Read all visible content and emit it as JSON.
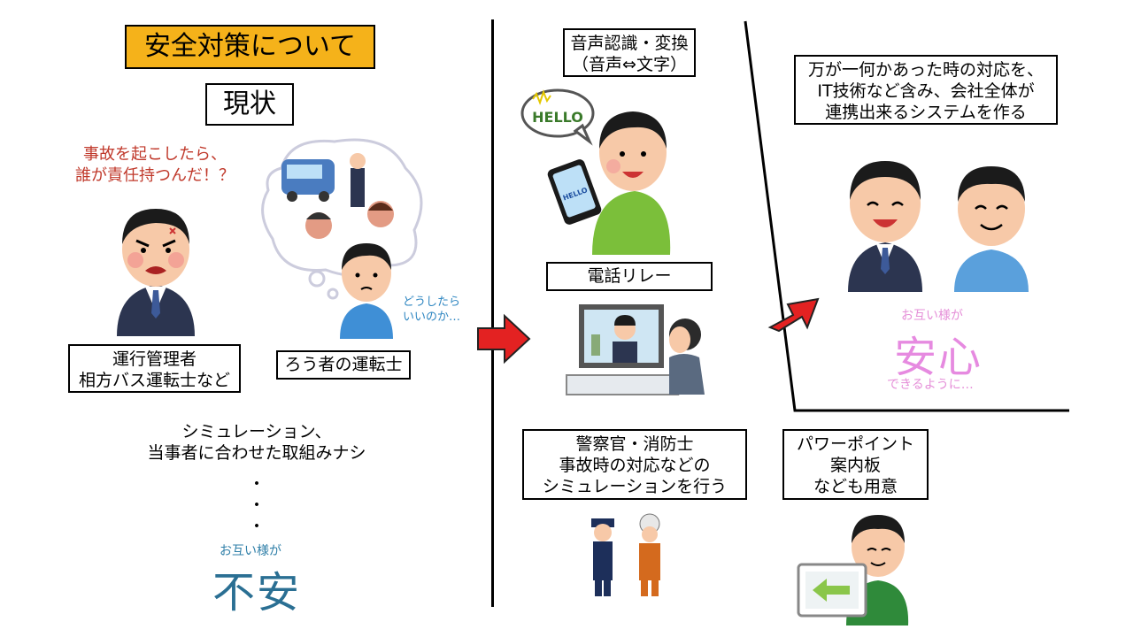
{
  "left": {
    "title": "安全対策について",
    "current_label": "現状",
    "manager_quote": "事故を起こしたら、\n誰が責任持つんだ！？",
    "manager_label": "運行管理者\n相方バス運転士など",
    "driver_label": "ろう者の運転士",
    "driver_thought": "どうしたら\nいいのか…",
    "no_simulation": "シミュレーション、\n当事者に合わせた取組みナシ",
    "dots": "・\n・\n・",
    "mutual_small": "お互い様が",
    "mutual_big": "不安"
  },
  "middle": {
    "speech_label": "音声認識・変換\n（音声⇔文字）",
    "hello_text": "HELLO",
    "phone_hello": "HELLO",
    "relay_label": "電話リレー",
    "police_label": "警察官・消防士\n事故時の対応などの\nシミュレーションを行う"
  },
  "right": {
    "system_label": "万が一何かあった時の対応を、\nIT技術など含み、会社全体が\n連携出来るシステムを作る",
    "mutual_small": "お互い様が",
    "mutual_big": "安心",
    "mutual_after": "できるように…",
    "powerpoint_label": "パワーポイント\n案内板\nなども用意"
  },
  "colors": {
    "title_bg": "#f5b21a",
    "arrow_red": "#e32222",
    "anxiety_blue": "#2a6f93",
    "relief_pink": "#e68ae0",
    "quote_red": "#c0392b"
  }
}
